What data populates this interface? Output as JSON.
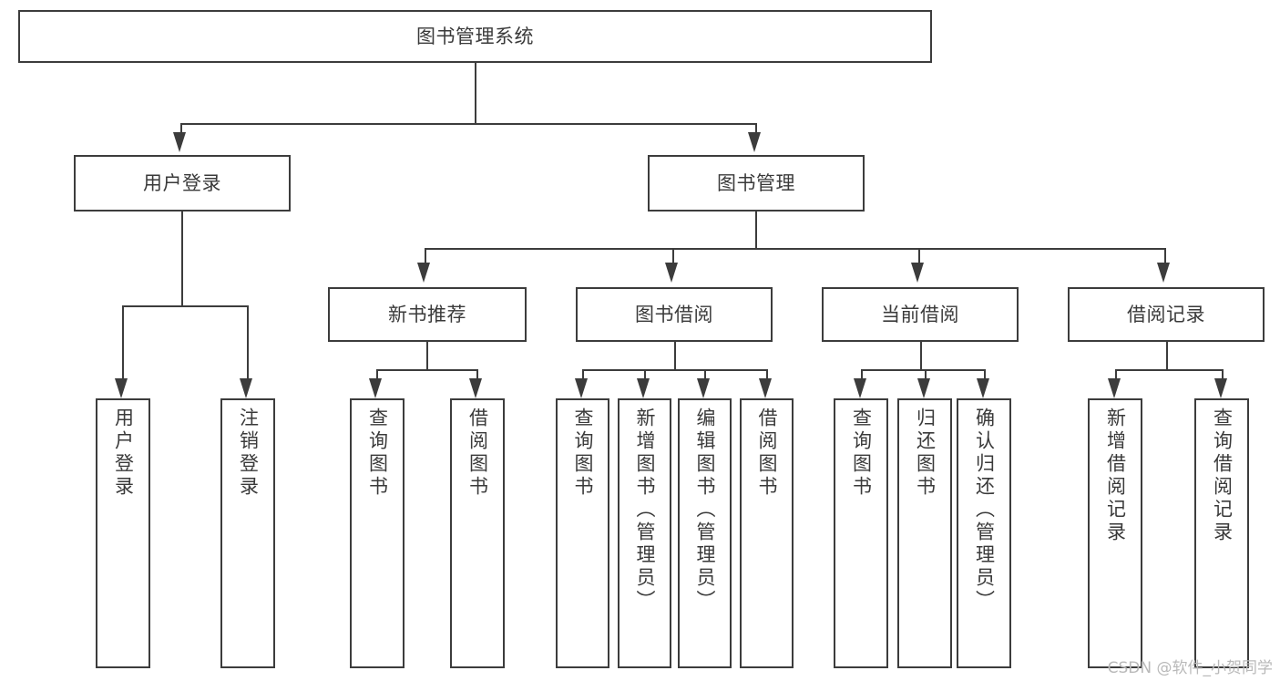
{
  "diagram": {
    "title": "图书管理系统",
    "type": "hierarchy-tree",
    "watermark": "CSDN @软件_小贺同学",
    "colors": {
      "stroke": "#3c3c3c",
      "background": "#ffffff",
      "text": "#3a3a3a",
      "watermark": "#b9b9b9"
    }
  },
  "nodes": {
    "root": {
      "label": "图书管理系统",
      "level": 1
    },
    "level2": [
      {
        "id": "user-login",
        "label": "用户登录"
      },
      {
        "id": "book-manage",
        "label": "图书管理"
      }
    ],
    "level3": [
      {
        "id": "new-book-recommend",
        "label": "新书推荐"
      },
      {
        "id": "book-borrow",
        "label": "图书借阅"
      },
      {
        "id": "current-borrow",
        "label": "当前借阅"
      },
      {
        "id": "borrow-record",
        "label": "借阅记录"
      }
    ],
    "leaves": {
      "user-login": [
        {
          "id": "leaf-user-login",
          "label": "用户登录"
        },
        {
          "id": "leaf-logout-login",
          "label": "注销登录"
        }
      ],
      "new-book-recommend": [
        {
          "id": "leaf-query-book-1",
          "label": "查询图书"
        },
        {
          "id": "leaf-borrow-book-1",
          "label": "借阅图书"
        }
      ],
      "book-borrow": [
        {
          "id": "leaf-query-book-2",
          "label": "查询图书"
        },
        {
          "id": "leaf-add-book",
          "label": "新增图书（管理员）"
        },
        {
          "id": "leaf-edit-book",
          "label": "编辑图书（管理员）"
        },
        {
          "id": "leaf-borrow-book-2",
          "label": "借阅图书"
        }
      ],
      "current-borrow": [
        {
          "id": "leaf-query-book-3",
          "label": "查询图书"
        },
        {
          "id": "leaf-return-book",
          "label": "归还图书"
        },
        {
          "id": "leaf-confirm-return",
          "label": "确认归还（管理员）"
        }
      ],
      "borrow-record": [
        {
          "id": "leaf-add-record",
          "label": "新增借阅记录"
        },
        {
          "id": "leaf-query-record",
          "label": "查询借阅记录"
        }
      ]
    }
  }
}
